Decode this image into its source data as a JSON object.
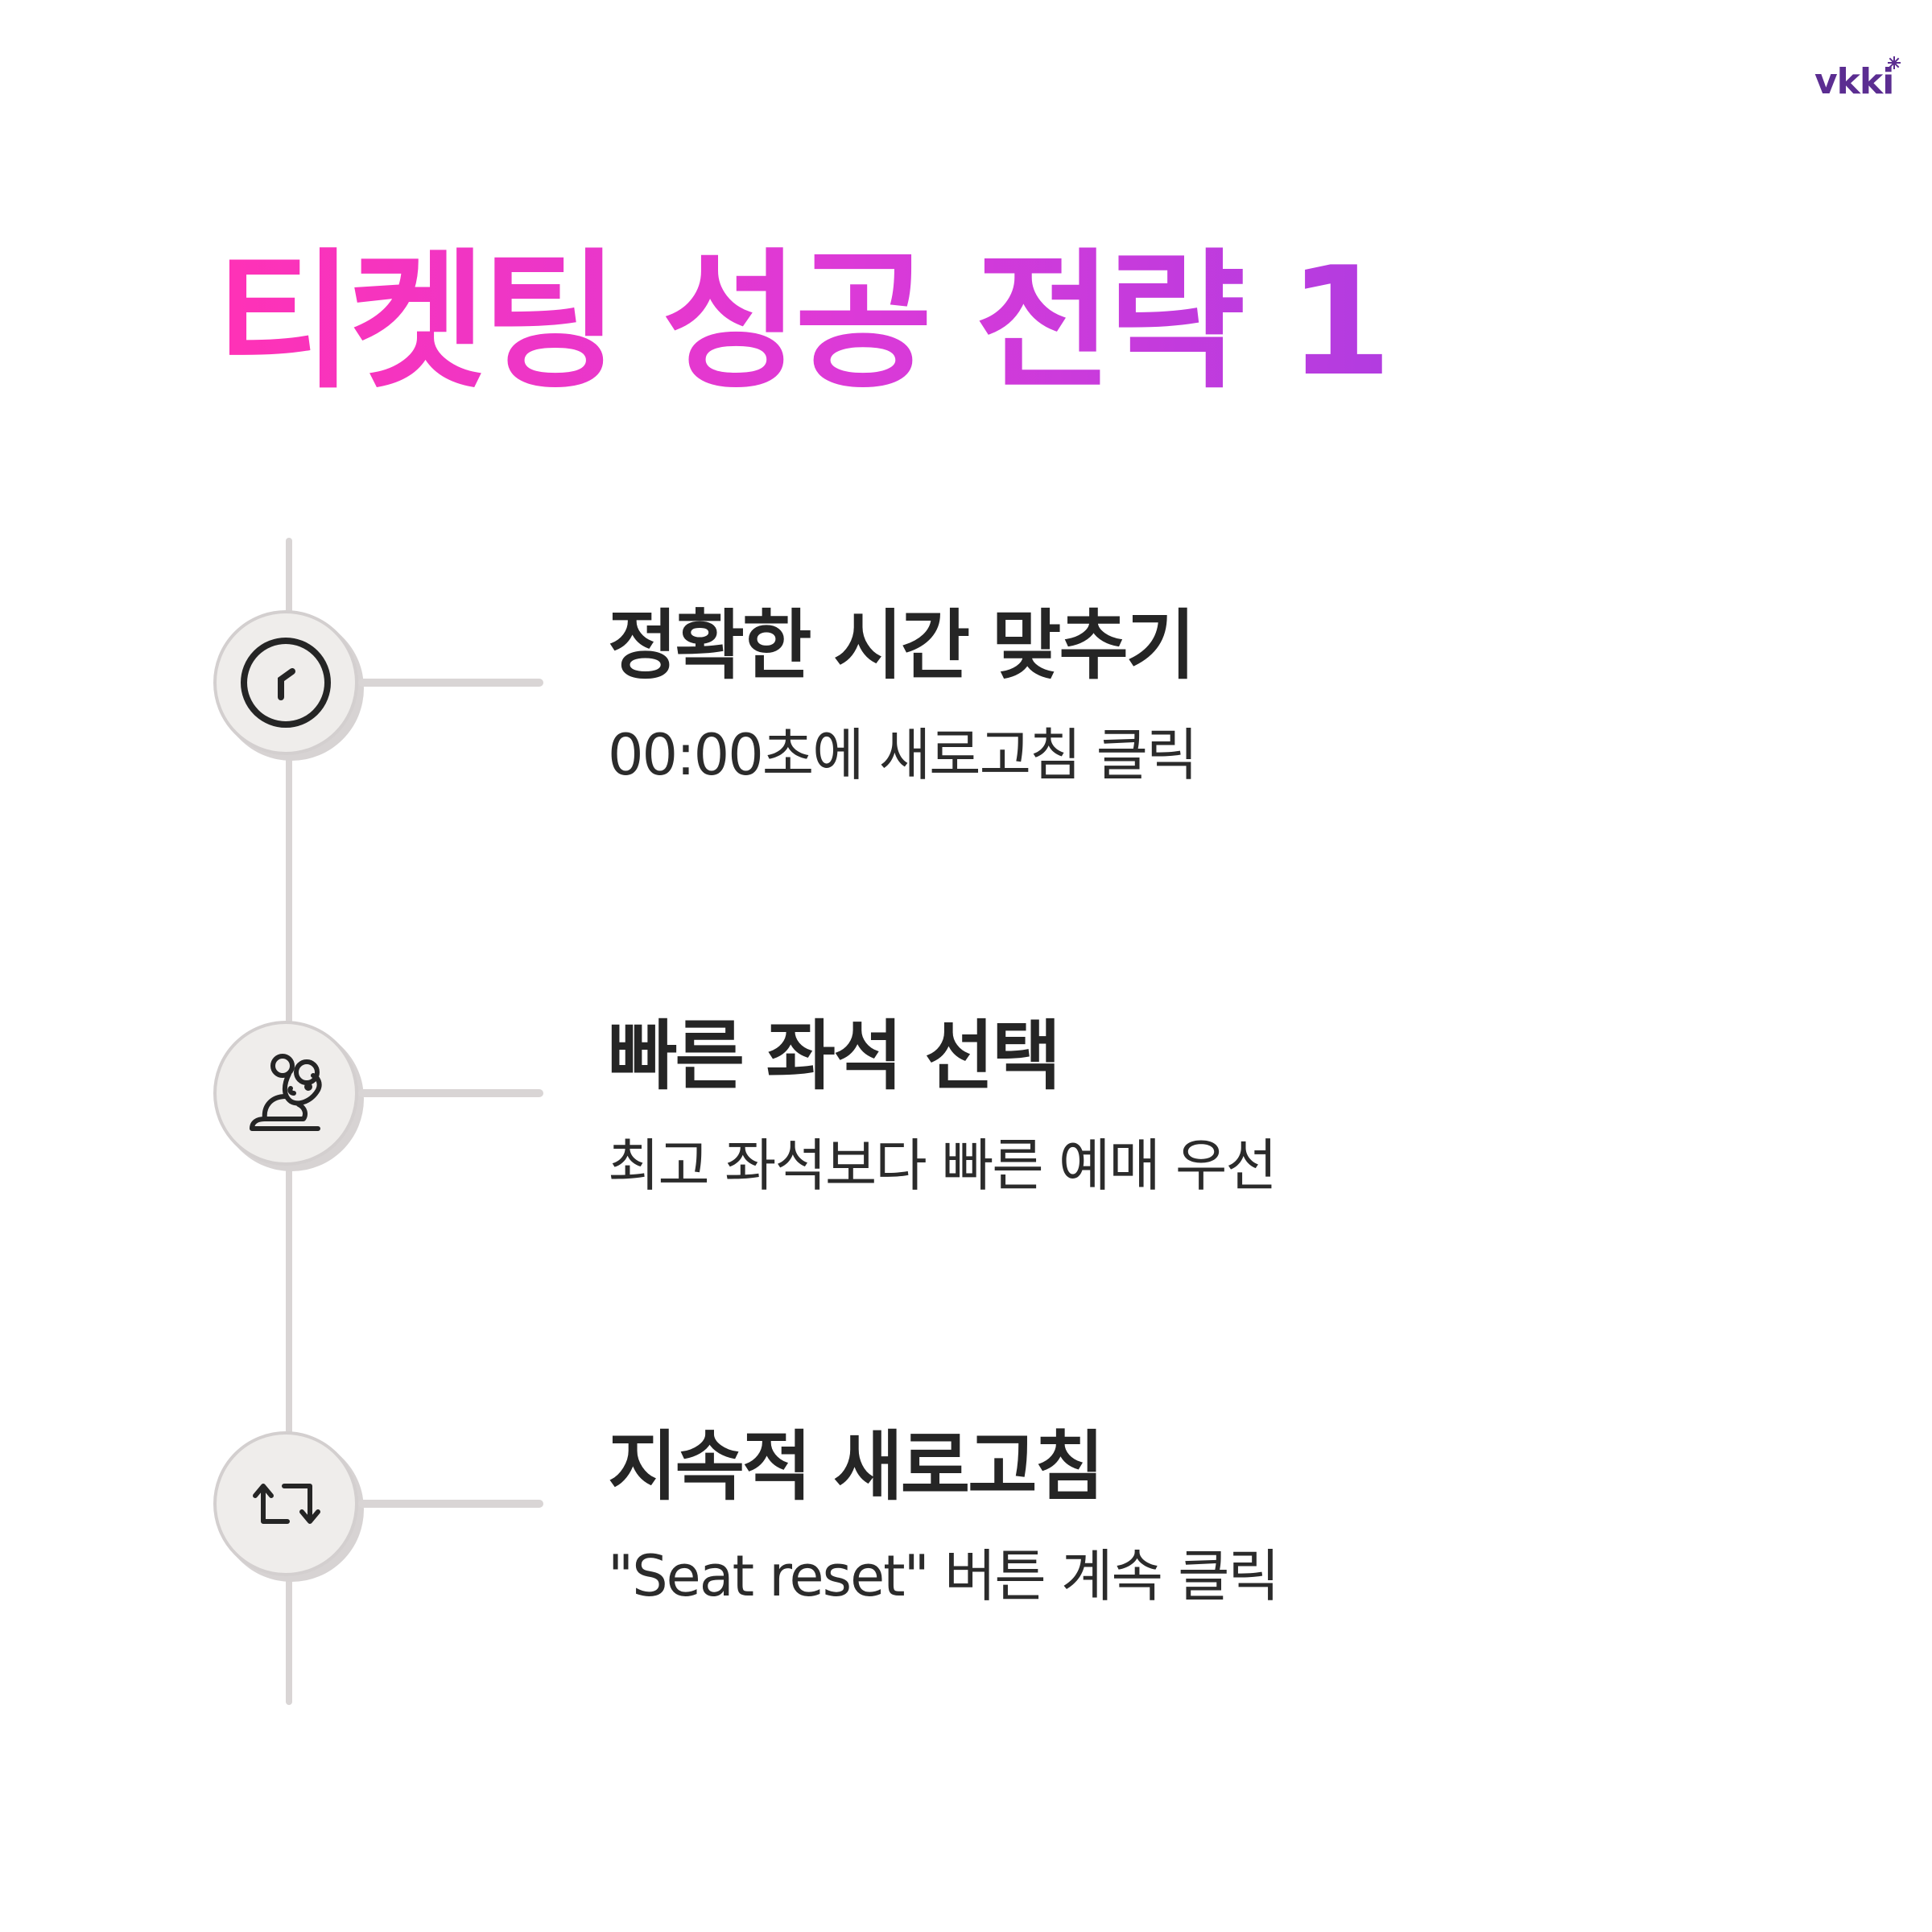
{
  "brand": {
    "logo_text": "vkki",
    "logo_color": "#5b2d91"
  },
  "title": "티켓팅 성공 전략 1",
  "title_gradient": [
    "#ff32b6",
    "#db3ad8",
    "#b23ce0"
  ],
  "steps": [
    {
      "icon": "clock-icon",
      "title": "정확한 시간 맞추기",
      "description": "00:00초에 새로고침 클릭"
    },
    {
      "icon": "mouse-icon",
      "title": "빠른 좌석 선택",
      "description": "최고 좌석보다 빠른 예매 우선"
    },
    {
      "icon": "refresh-arrows-icon",
      "title": "지속적 새로고침",
      "description": "\"Seat reset\" 버튼 계속 클릭"
    }
  ],
  "colors": {
    "text_dark": "#252525",
    "timeline": "#d9d5d5",
    "node_fill": "#efedeb"
  }
}
